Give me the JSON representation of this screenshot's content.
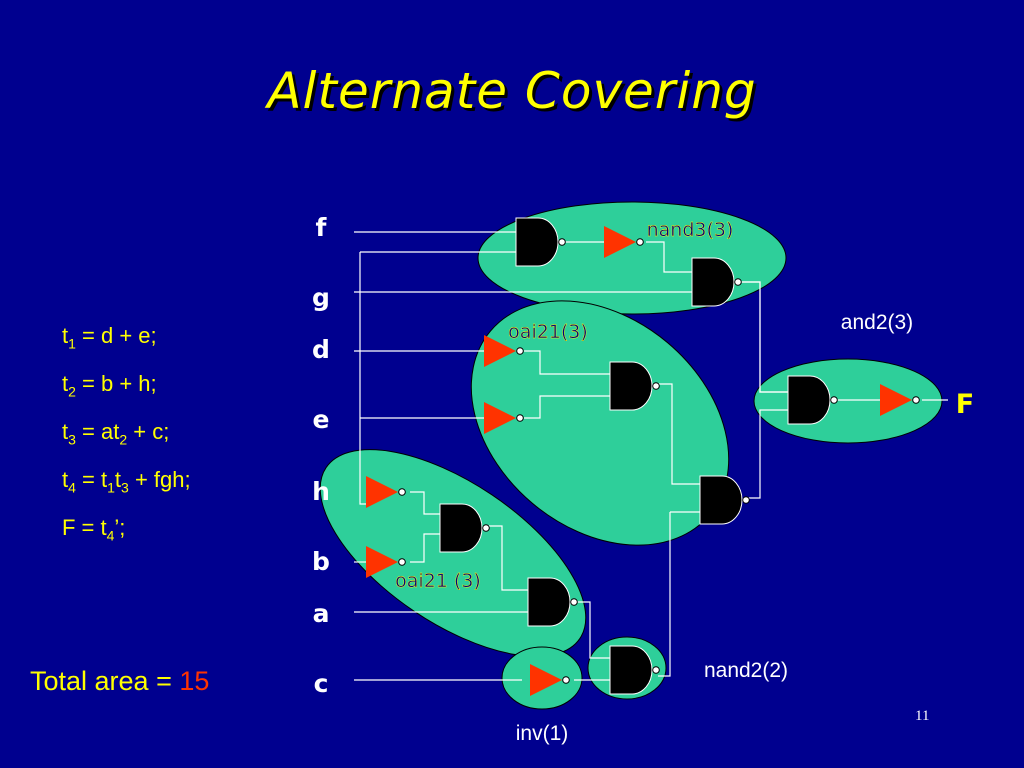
{
  "slide": {
    "title": "Alternate Covering",
    "page_number": "11"
  },
  "equations": [
    {
      "parts": [
        "t",
        "1",
        " = d + e;"
      ]
    },
    {
      "parts": [
        "t",
        "2",
        " = b + h;"
      ]
    },
    {
      "parts": [
        "t",
        "3",
        " = at",
        "2",
        " + c;"
      ]
    },
    {
      "parts": [
        "t",
        "4",
        " = t",
        "1",
        "t",
        "3",
        " + fgh;"
      ]
    },
    {
      "parts": [
        "F = t",
        "4",
        "’;"
      ]
    }
  ],
  "total": {
    "label": "Total area = ",
    "value": "15"
  },
  "inputs": {
    "f": "f",
    "g": "g",
    "d": "d",
    "e": "e",
    "h": "h",
    "b": "b",
    "a": "a",
    "c": "c"
  },
  "output": {
    "F": "F"
  },
  "cell_labels": {
    "nand3": "nand3(3)",
    "oai21_top": "oai21(3)",
    "oai21_bottom": "oai21 (3)",
    "and2": "and2(3)",
    "nand2": "nand2(2)",
    "inv": "inv(1)"
  },
  "colors": {
    "background": "#00008f",
    "title": "#ffff00",
    "cell_fill": "#2ecf9a",
    "inverter": "#ff3300",
    "wire": "#ffffff",
    "label_yellow": "#ffff00",
    "label_dark": "#000080"
  }
}
